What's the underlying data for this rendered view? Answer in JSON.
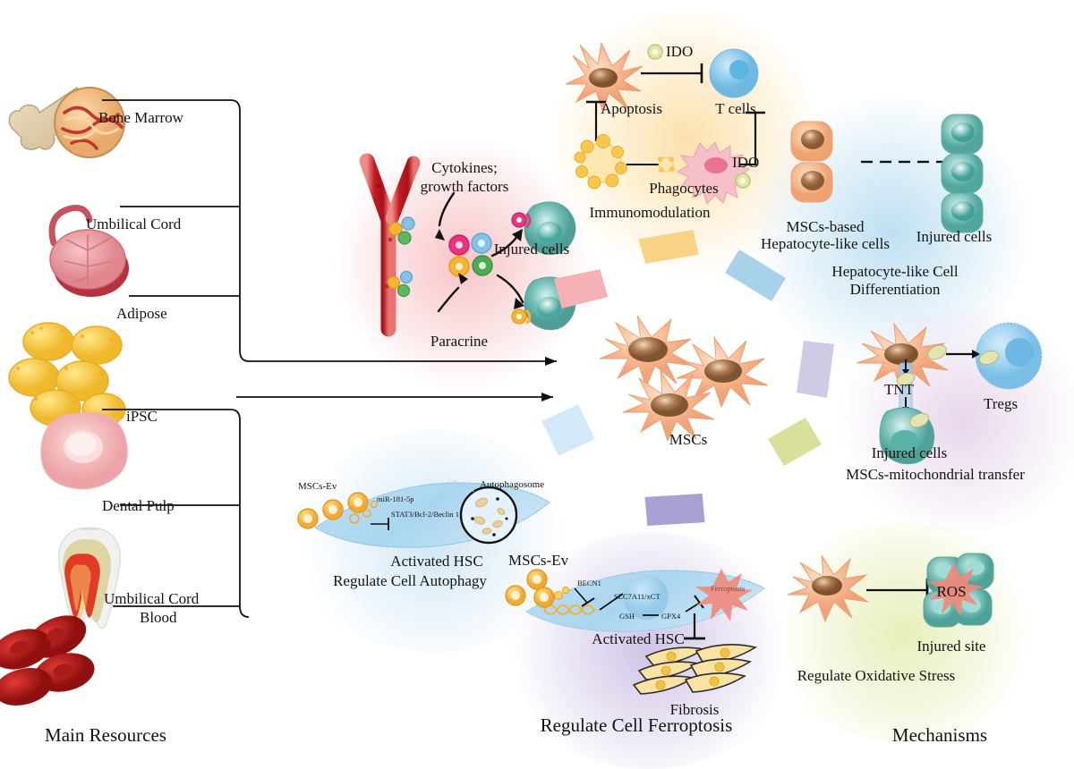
{
  "figure": {
    "sections": {
      "left_title": "Main Resources",
      "center_title": "Regulate Cell Ferroptosis",
      "right_title": "Mechanisms"
    },
    "resources": [
      {
        "id": "bone-marrow",
        "label": "Bone Marrow",
        "icon": "bone-marrow-icon"
      },
      {
        "id": "umbilical-cord",
        "label": "Umbilical Cord",
        "icon": "placenta-icon"
      },
      {
        "id": "adipose",
        "label": "Adipose",
        "icon": "adipocytes-icon"
      },
      {
        "id": "ipsc",
        "label": "iPSC",
        "icon": "stem-cell-icon"
      },
      {
        "id": "dental-pulp",
        "label": "Dental Pulp",
        "icon": "tooth-icon"
      },
      {
        "id": "ucb",
        "label": "Umbilical Cord\nBlood",
        "label_line1": "Umbilical Cord",
        "label_line2": "Blood",
        "icon": "erythrocytes-icon"
      }
    ],
    "center": {
      "label": "MSCs",
      "cell_count": 3,
      "ring_segments": [
        {
          "name": "segment-yellow",
          "color": "#fad285"
        },
        {
          "name": "segment-pink",
          "color": "#f5b1b4"
        },
        {
          "name": "segment-blue",
          "color": "#a8d2ea"
        },
        {
          "name": "segment-lavender",
          "color": "#cdcbe6"
        },
        {
          "name": "segment-olive",
          "color": "#d8e099"
        },
        {
          "name": "segment-purple",
          "color": "#a9a0d4"
        },
        {
          "name": "segment-skyblue",
          "color": "#d2eaf7"
        }
      ]
    },
    "panels": [
      {
        "id": "paracrine",
        "title": "Paracrine",
        "glow": "#f7c9cb",
        "labels": {
          "cytokines_line1": "Cytokines;",
          "cytokines_line2": "growth factors",
          "injured_cells": "Injured cells"
        }
      },
      {
        "id": "immunomodulation",
        "title": "Immunomodulation",
        "glow": "#fbe2ac",
        "labels": {
          "ido_top": "IDO",
          "ido_bottom": "IDO",
          "apoptosis": "Apoptosis",
          "t_cells": "T cells",
          "phagocytes": "Phagocytes"
        }
      },
      {
        "id": "hepatocyte-differentiation",
        "title_line1": "Hepatocyte-like Cell",
        "title_line2": "Differentiation",
        "glow": "#bfe0f2",
        "labels": {
          "msc_based_line1": "MSCs-based",
          "msc_based_line2": "Hepatocyte-like cells",
          "injured_cells": "Injured cells"
        }
      },
      {
        "id": "mitochondrial-transfer",
        "title": "MSCs-mitochondrial transfer",
        "glow": "#e7d7ea",
        "labels": {
          "tnt": "TNT",
          "tregs": "Tregs",
          "injured_cells": "Injured cells"
        }
      },
      {
        "id": "oxidative-stress",
        "title": "Regulate Oxidative Stress",
        "glow": "#e3e8a8",
        "labels": {
          "ros": "ROS",
          "injured_site": "Injured site"
        }
      },
      {
        "id": "cell-ferroptosis",
        "title": "Regulate Cell Ferroptosis",
        "glow": "#c8bce2",
        "labels": {
          "msc_ev": "MSCs-Ev",
          "becn1": "BECN1",
          "slc7a11": "SLC7A11/xCT",
          "gsh": "GSH",
          "gpx4": "GPX4",
          "ferroptosis": "Ferroptosis",
          "activated_hsc": "Activated HSC",
          "fibrosis": "Fibrosis"
        }
      },
      {
        "id": "cell-autophagy",
        "title_line1": "Activated HSC",
        "title_line2": "Regulate Cell Autophagy",
        "glow": "#cfe4f4",
        "labels": {
          "msc_ev": "MSCs-Ev",
          "mir": "miR-181-5p",
          "pathway": "STAT3/Bcl-2/Beclin 1",
          "autophagosome": "Autophagosome"
        }
      }
    ]
  }
}
